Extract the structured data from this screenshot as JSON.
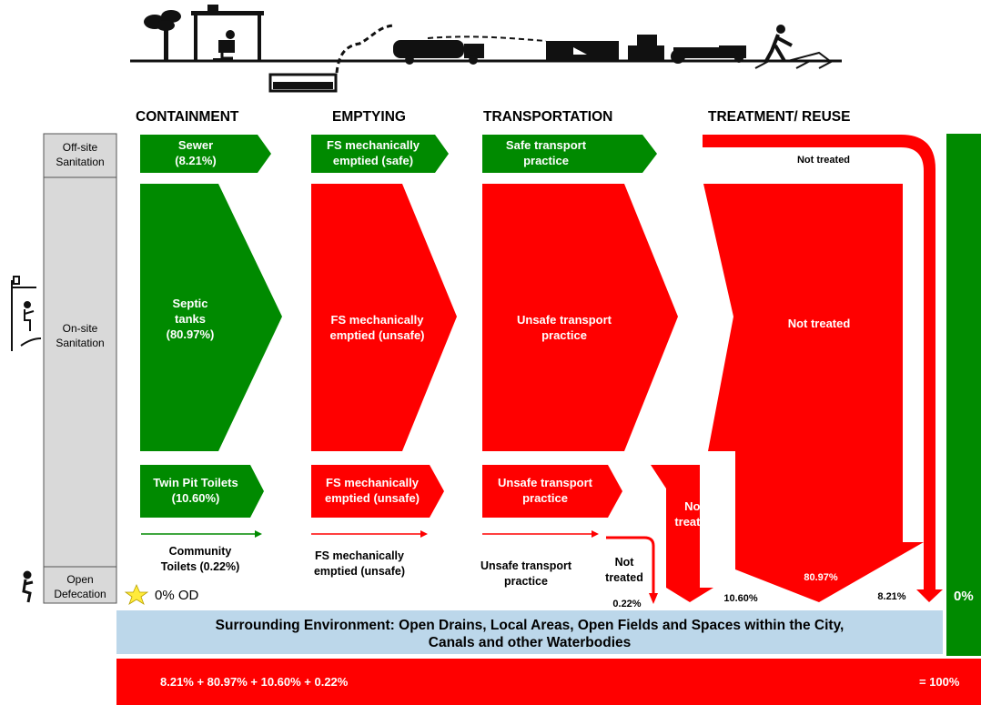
{
  "stages": {
    "containment": "CONTAINMENT",
    "emptying": "EMPTYING",
    "transportation": "TRANSPORTATION",
    "treatment": "TREATMENT/ REUSE"
  },
  "rows": {
    "offsite": [
      "Off-site",
      "Sanitation"
    ],
    "onsite": [
      "On-site",
      "Sanitation"
    ],
    "open": [
      "Open",
      "Defecation"
    ]
  },
  "offsite": {
    "sewer": [
      "Sewer",
      "(8.21%)"
    ],
    "emptied": [
      "FS mechanically",
      "emptied (safe)"
    ],
    "transport": [
      "Safe transport",
      "practice"
    ],
    "not_treated": "Not treated",
    "pct": "8.21%"
  },
  "septic": {
    "containment": [
      "Septic",
      "tanks",
      "(80.97%)"
    ],
    "emptied": [
      "FS mechanically",
      "emptied (unsafe)"
    ],
    "transport": [
      "Unsafe transport",
      "practice"
    ],
    "not_treated": "Not treated",
    "pct": "80.97%"
  },
  "twinpit": {
    "containment": [
      "Twin Pit Toilets",
      "(10.60%)"
    ],
    "emptied": [
      "FS mechanically",
      "emptied (unsafe)"
    ],
    "transport": [
      "Unsafe transport",
      "practice"
    ],
    "not_treated": [
      "Not",
      "treated"
    ],
    "pct": "10.60%"
  },
  "community": {
    "containment": [
      "Community",
      "Toilets (0.22%)"
    ],
    "emptied": [
      "FS mechanically",
      "emptied (unsafe)"
    ],
    "transport": [
      "Unsafe transport",
      "practice"
    ],
    "not_treated": [
      "Not",
      "treated"
    ],
    "pct": "0.22%"
  },
  "open_defecation": "0% OD",
  "safe_total": "0%",
  "environment": [
    "Surrounding Environment: Open Drains, Local Areas, Open Fields and Spaces within the City,",
    "Canals and other Waterbodies"
  ],
  "sum": {
    "left": "8.21% + 80.97% + 10.60% + 0.22%",
    "right": "= 100%"
  },
  "colors": {
    "safe": "#008a00",
    "unsafe": "#ff0000",
    "environment": "#bcd7ea",
    "side_panel": "#d9d9d9",
    "star": "#ffeb3b"
  }
}
